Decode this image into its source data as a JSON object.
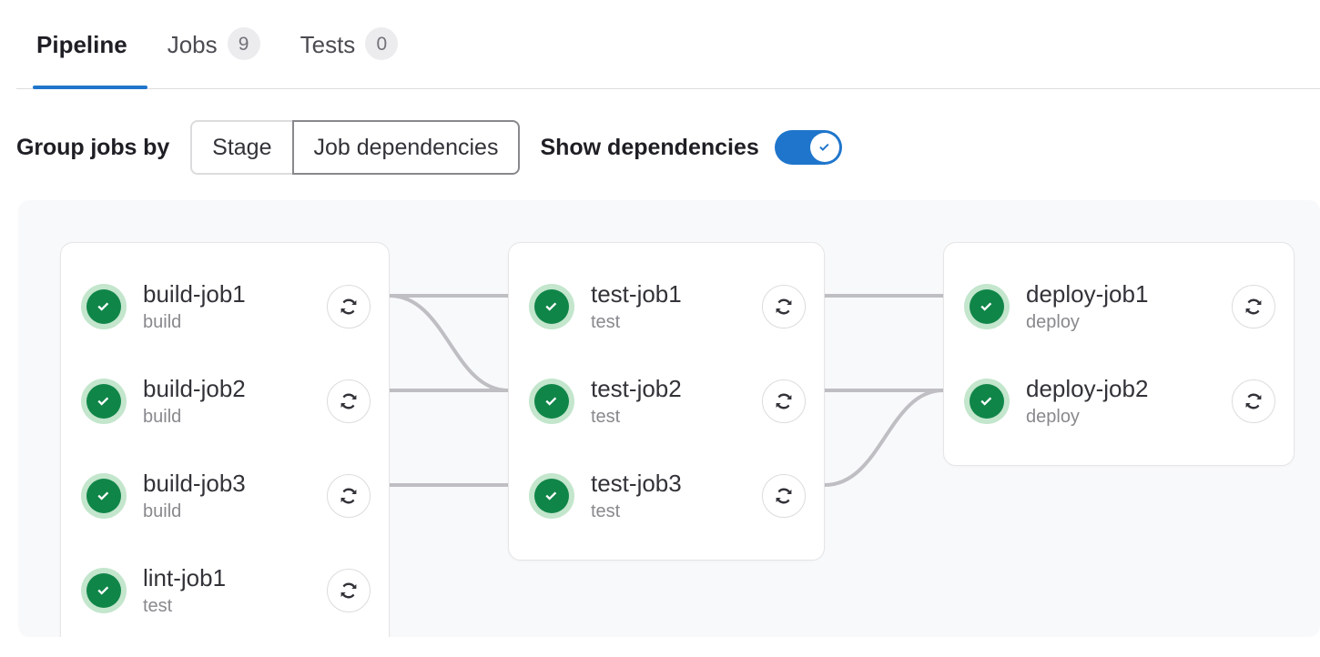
{
  "tabs": [
    {
      "label": "Pipeline",
      "badge": null,
      "active": true
    },
    {
      "label": "Jobs",
      "badge": "9",
      "active": false
    },
    {
      "label": "Tests",
      "badge": "0",
      "active": false
    }
  ],
  "controls": {
    "group_label": "Group jobs by",
    "group_options": [
      {
        "label": "Stage",
        "selected": false
      },
      {
        "label": "Job dependencies",
        "selected": true
      }
    ],
    "show_dependencies_label": "Show dependencies",
    "show_dependencies_on": true
  },
  "colors": {
    "accent": "#1f75cb",
    "success": "#108548",
    "success_halo": "#c3e6cd",
    "link": "#bfbfc3",
    "canvas": "#f8f9fb",
    "card_border": "#e5e5e6",
    "muted_text": "#89888d",
    "text": "#333238",
    "badge_bg": "#ececef"
  },
  "graph": {
    "columns": [
      {
        "id": "build",
        "jobs": [
          {
            "name": "build-job1",
            "stage": "build",
            "status": "success",
            "retry_icon": "retry-icon"
          },
          {
            "name": "build-job2",
            "stage": "build",
            "status": "success",
            "retry_icon": "retry-icon"
          },
          {
            "name": "build-job3",
            "stage": "build",
            "status": "success",
            "retry_icon": "retry-icon"
          },
          {
            "name": "lint-job1",
            "stage": "test",
            "status": "success",
            "retry_icon": "retry-icon"
          }
        ]
      },
      {
        "id": "test",
        "jobs": [
          {
            "name": "test-job1",
            "stage": "test",
            "status": "success",
            "retry_icon": "retry-icon"
          },
          {
            "name": "test-job2",
            "stage": "test",
            "status": "success",
            "retry_icon": "retry-icon"
          },
          {
            "name": "test-job3",
            "stage": "test",
            "status": "success",
            "retry_icon": "retry-icon"
          }
        ]
      },
      {
        "id": "deploy",
        "jobs": [
          {
            "name": "deploy-job1",
            "stage": "deploy",
            "status": "success",
            "retry_icon": "retry-icon"
          },
          {
            "name": "deploy-job2",
            "stage": "deploy",
            "status": "success",
            "retry_icon": "retry-icon"
          }
        ]
      }
    ],
    "links": [
      {
        "from": "build-job1",
        "to": "test-job1"
      },
      {
        "from": "build-job1",
        "to": "test-job2"
      },
      {
        "from": "build-job2",
        "to": "test-job2"
      },
      {
        "from": "build-job3",
        "to": "test-job3"
      },
      {
        "from": "test-job1",
        "to": "deploy-job1"
      },
      {
        "from": "test-job2",
        "to": "deploy-job2"
      },
      {
        "from": "test-job3",
        "to": "deploy-job2"
      }
    ]
  }
}
